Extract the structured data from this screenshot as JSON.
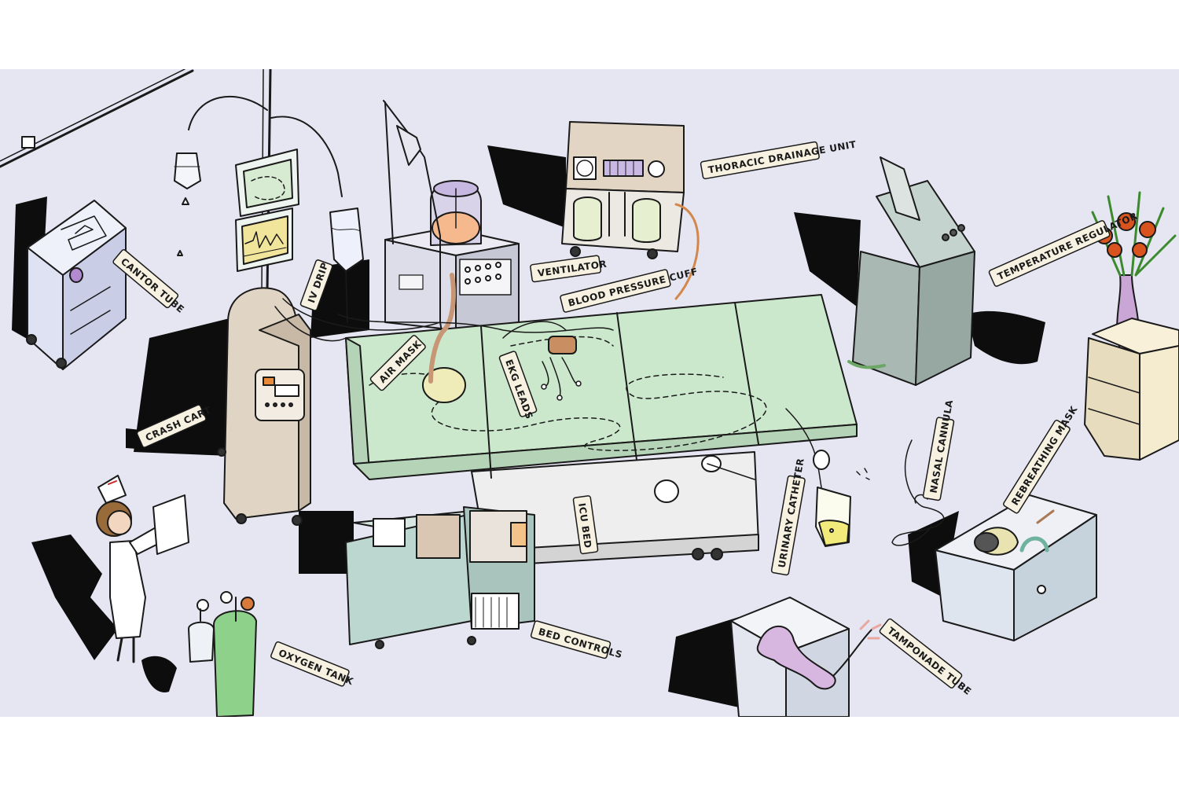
{
  "labels": {
    "cantor_tube": "CANTOR TUBE",
    "iv_drip": "IV DRIP",
    "ventilator": "VENTILATOR",
    "thoracic_drainage_unit": "THORACIC DRAINAGE UNIT",
    "blood_pressure_cuff": "BLOOD PRESSURE CUFF",
    "temperature_regulator": "TEMPERATURE REGULATOR",
    "air_mask": "AIR MASK",
    "ekg_leads": "EKG LEADS",
    "crash_cart": "CRASH CART",
    "nasal_cannula": "NASAL CANNULA",
    "rebreathing_mask": "REBREATHING MASK",
    "urinary_catheter": "URINARY CATHETER",
    "icu_bed": "ICU BED",
    "bed_controls": "BED CONTROLS",
    "tamponade_tube": "TAMPONADE TUBE",
    "oxygen_tank": "OXYGEN TANK"
  },
  "colors": {
    "floor": "#e6e5f2",
    "bed": "#cde9cf",
    "teal_equipment": "#b9d6d0",
    "tan_equipment": "#e2d2c2",
    "gray_equipment": "#a9b9b4",
    "oxygen_tank": "#8ed18b",
    "vase": "#c9a6d6",
    "label_tag": "#f6f1e0",
    "shadow": "#000000"
  }
}
